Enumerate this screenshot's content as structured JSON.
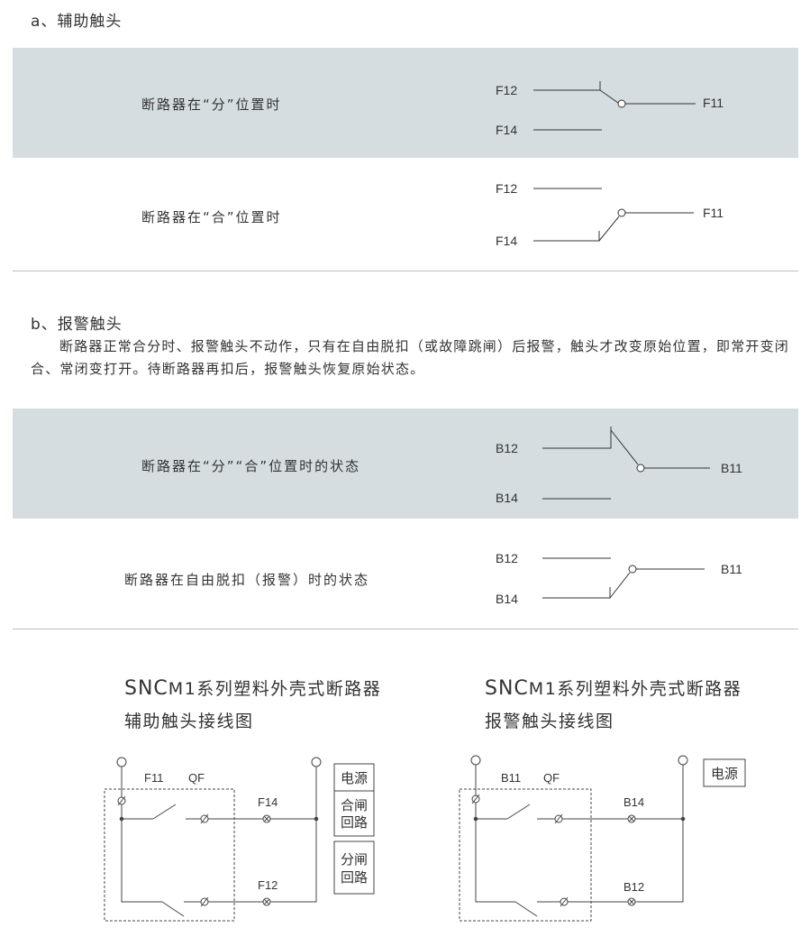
{
  "section_a": {
    "heading": "a、辅助触头",
    "row1_label": "断路器在“分”位置时",
    "row2_label": "断路器在“合”位置时",
    "terminals": {
      "t12": "F12",
      "t14": "F14",
      "t11": "F11"
    }
  },
  "section_b": {
    "heading": "b、报警触头",
    "paragraph": "断路器正常合分时、报警触头不动作，只有在自由脱扣（或故障跳闸）后报警，触头才改变原始位置，即常开变闭合、常闭变打开。待断路器再扣后，报警触头恢复原始状态。",
    "row1_label": "断路器在“分”“合”位置时的状态",
    "row2_label": "断路器在自由脱扣（报警）时的状态",
    "terminals": {
      "t12": "B12",
      "t14": "B14",
      "t11": "B11"
    }
  },
  "diagram_left": {
    "brand": "SNC",
    "title_rest": "M1系列塑料外壳式断路器",
    "subtitle": "辅助触头接线图",
    "label_f11": "F11",
    "label_qf": "QF",
    "label_f14": "F14",
    "label_f12": "F12",
    "box_power": "电源",
    "box_close_1": "合闸",
    "box_close_2": "回路",
    "box_open_1": "分闸",
    "box_open_2": "回路"
  },
  "diagram_right": {
    "brand": "SNC",
    "title_rest": "M1系列塑料外壳式断路器",
    "subtitle": "报警触头接线图",
    "label_b11": "B11",
    "label_qf": "QF",
    "label_b14": "B14",
    "label_b12": "B12",
    "box_power": "电源"
  }
}
